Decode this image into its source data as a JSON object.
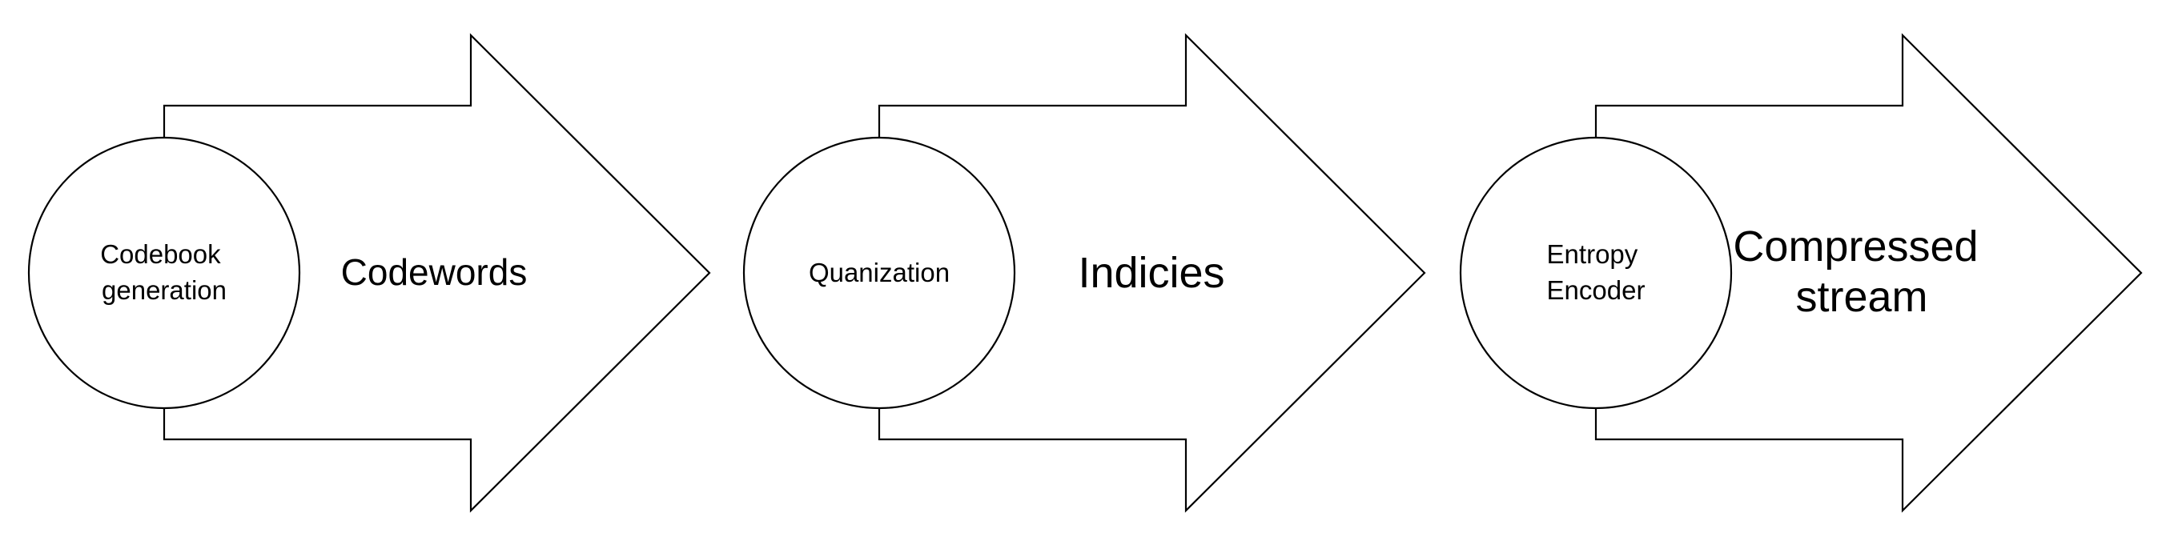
{
  "stages": [
    {
      "process_lines": [
        "Codebook",
        "generation"
      ],
      "output_lines": [
        "Codewords"
      ]
    },
    {
      "process_lines": [
        "Quanization"
      ],
      "output_lines": [
        "Indicies"
      ]
    },
    {
      "process_lines": [
        "Entropy",
        "Encoder"
      ],
      "output_lines": [
        "Compressed",
        "stream"
      ]
    }
  ],
  "colors": {
    "stroke": "#000000",
    "fill": "#ffffff",
    "text": "#000000"
  }
}
